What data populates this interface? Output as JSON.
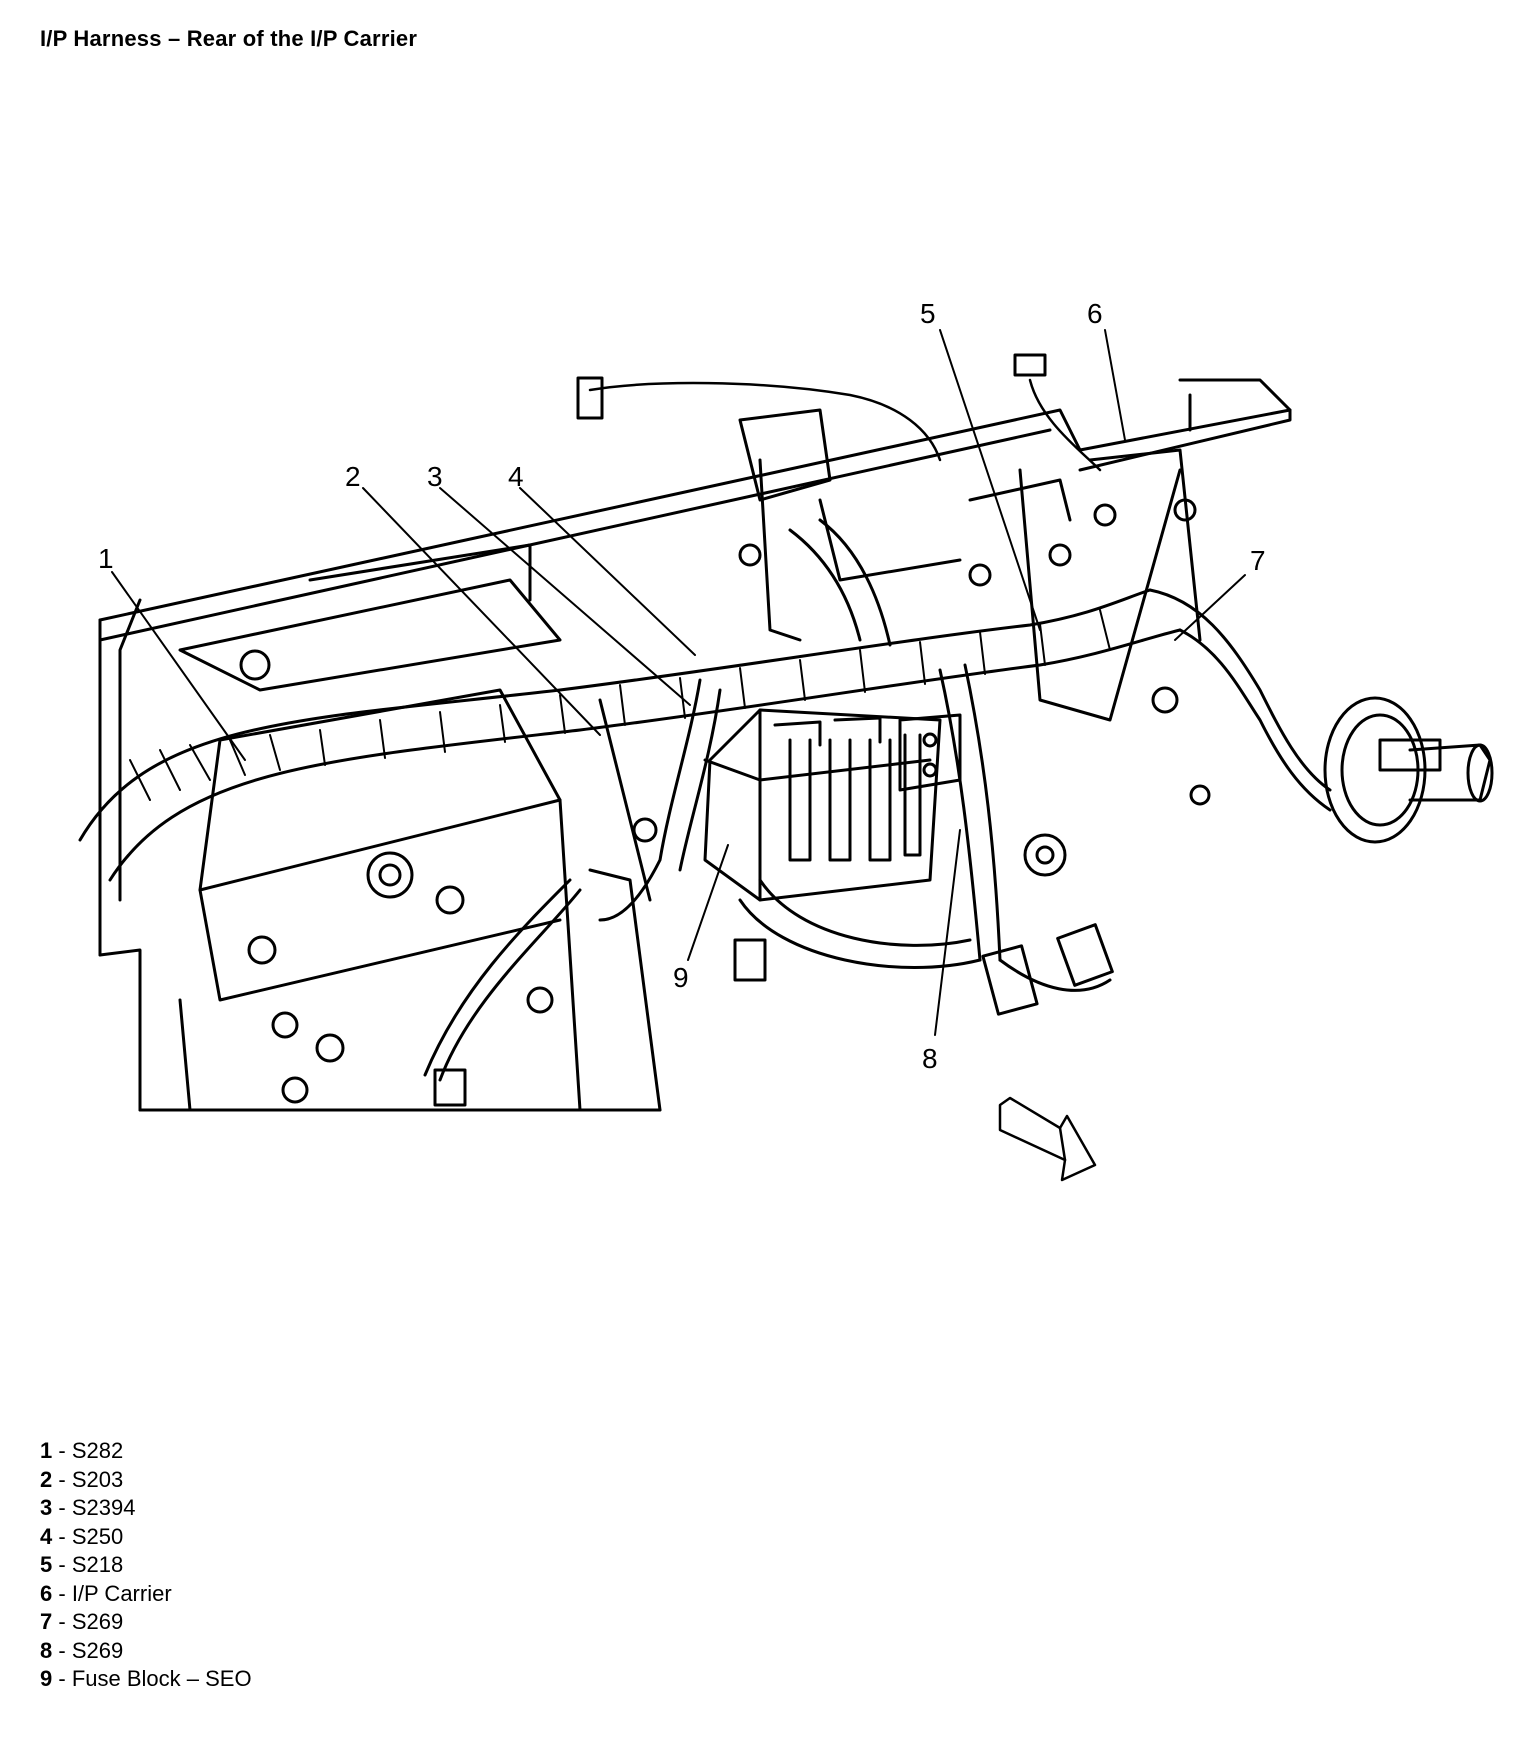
{
  "title": "I/P Harness – Rear of the I/P Carrier",
  "callouts": [
    {
      "num": "1"
    },
    {
      "num": "2"
    },
    {
      "num": "3"
    },
    {
      "num": "4"
    },
    {
      "num": "5"
    },
    {
      "num": "6"
    },
    {
      "num": "7"
    },
    {
      "num": "8"
    },
    {
      "num": "9"
    }
  ],
  "legend": [
    {
      "num": "1",
      "sep": " - ",
      "label": "S282"
    },
    {
      "num": "2",
      "sep": " - ",
      "label": "S203"
    },
    {
      "num": "3",
      "sep": " - ",
      "label": "S2394"
    },
    {
      "num": "4",
      "sep": " - ",
      "label": "S250"
    },
    {
      "num": "5",
      "sep": " - ",
      "label": "S218"
    },
    {
      "num": "6",
      "sep": " - ",
      "label": "I/P Carrier"
    },
    {
      "num": "7",
      "sep": " - ",
      "label": "S269"
    },
    {
      "num": "8",
      "sep": " - ",
      "label": "S269"
    },
    {
      "num": "9",
      "sep": " - ",
      "label": "Fuse Block – SEO"
    }
  ],
  "icons": {
    "direction_arrow": "forward-direction-arrow-icon"
  }
}
